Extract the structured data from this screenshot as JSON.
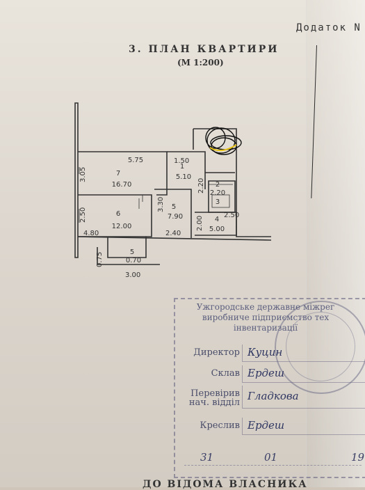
{
  "header": {
    "addendum": "Додаток N",
    "title": "3. ПЛАН  КВАРТИРИ",
    "scale": "(М 1:200)"
  },
  "plan": {
    "rooms": [
      {
        "no": "7",
        "area": "16.70"
      },
      {
        "no": "6",
        "area": "12.00"
      },
      {
        "no": "5",
        "area": "7.90"
      },
      {
        "no": "1",
        "area": "5.10"
      },
      {
        "no": "2",
        "area": "2.20"
      },
      {
        "no": "3",
        "area": ""
      },
      {
        "no": "4",
        "area": "5.00"
      },
      {
        "no": "5",
        "area": "0.70"
      }
    ],
    "dimensions": {
      "d_575": "5.75",
      "d_305": "3.05",
      "d_250_left": "2.50",
      "d_480": "4.80",
      "d_330": "3.30",
      "d_240": "2.40",
      "d_150": "1.50",
      "d_220": "2.20",
      "d_200": "2.00",
      "d_250_right": "2.50",
      "d_075": "0.75",
      "d_300": "3.00"
    }
  },
  "stamp": {
    "org_line1": "Ужгородське державне міжрег",
    "org_line2": "виробниче підприємство тех",
    "org_line3": "інвентаризації",
    "rows": [
      {
        "label": "Директор",
        "signature": "Куцин"
      },
      {
        "label": "Склав",
        "signature": "Ердеш"
      },
      {
        "label": "Перевірив нач. відділ",
        "signature": "Гладкова"
      },
      {
        "label": "Креслив",
        "signature": "Ердеш"
      }
    ],
    "date_day": "31",
    "date_month": "01",
    "date_year": "19"
  },
  "footer": {
    "text": "ДО ВІДОМА ВЛАСНИКА"
  },
  "colors": {
    "paper": "#e4dfd7",
    "ink": "#2a2a2a",
    "stamp": "#5c5f7e",
    "signature": "#2e3560",
    "highlight": "#e6c21a"
  }
}
